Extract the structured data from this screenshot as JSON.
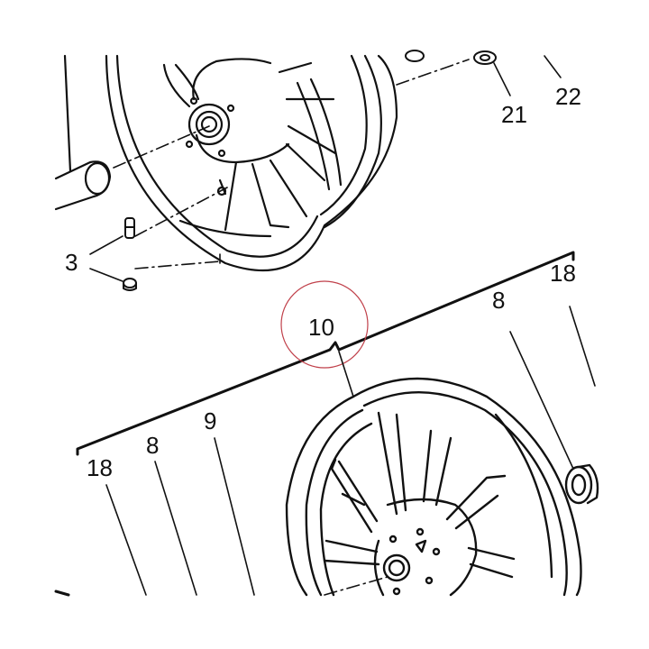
{
  "callouts": {
    "c3": "3",
    "c8_left": "8",
    "c8_right": "8",
    "c9": "9",
    "c10": "10",
    "c18_left": "18",
    "c18_right": "18",
    "c21": "21",
    "c22": "22"
  },
  "colors": {
    "ink": "#111111",
    "highlight_circle": "#c0404a",
    "background": "#ffffff"
  },
  "icons": [
    "wheel-rim",
    "bearing",
    "spacer-bolt",
    "axle"
  ]
}
